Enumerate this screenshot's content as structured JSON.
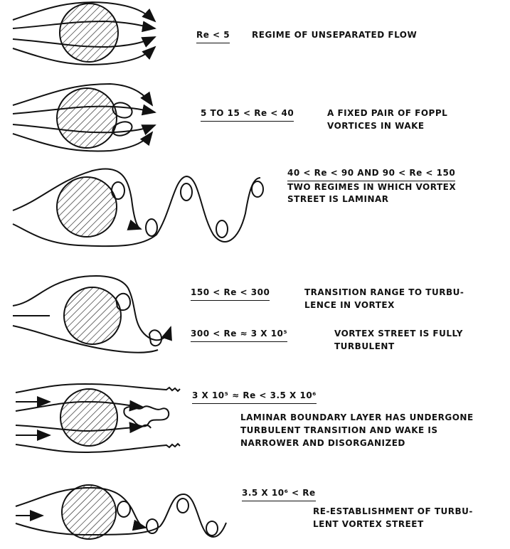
{
  "regimes": [
    {
      "condition": "Re < 5",
      "description": [
        "REGIME OF UNSEPARATED FLOW"
      ]
    },
    {
      "condition": "5 TO 15 < Re < 40",
      "description": [
        "A FIXED PAIR OF FOPPL",
        "VORTICES IN WAKE"
      ]
    },
    {
      "condition": "40 < Re < 90 AND 90 < Re < 150",
      "description": [
        "TWO REGIMES IN WHICH VORTEX",
        "STREET IS LAMINAR"
      ]
    },
    {
      "condition": "150 < Re < 300",
      "description": [
        "TRANSITION RANGE TO TURBU-",
        "LENCE IN VORTEX"
      ]
    },
    {
      "condition": "300 < Re ≈ 3 X 10⁵",
      "description": [
        "VORTEX STREET IS FULLY",
        "TURBULENT"
      ]
    },
    {
      "condition": "3 X 10⁵ ≈ Re < 3.5 X 10⁶",
      "description": [
        "LAMINAR BOUNDARY LAYER HAS UNDERGONE",
        "TURBULENT TRANSITION AND WAKE IS",
        "NARROWER AND DISORGANIZED"
      ]
    },
    {
      "condition": "3.5 X 10⁶ < Re",
      "description": [
        "RE-ESTABLISHMENT OF TURBU-",
        "LENT VORTEX STREET"
      ]
    }
  ]
}
